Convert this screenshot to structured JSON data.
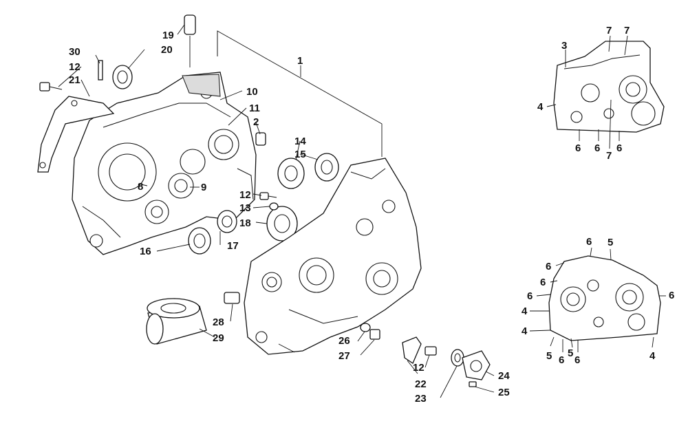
{
  "callouts": {
    "c1": "1",
    "c2": "2",
    "c3": "3",
    "c4a": "4",
    "c4b": "4",
    "c4c": "4",
    "c4d": "4",
    "c5a": "5",
    "c5b": "5",
    "c5c": "5",
    "c6a": "6",
    "c6b": "6",
    "c6c": "6",
    "c6d": "6",
    "c6e": "6",
    "c6f": "6",
    "c6g": "6",
    "c6h": "6",
    "c6i": "6",
    "c6j": "6",
    "c7a": "7",
    "c7b": "7",
    "c7c": "7",
    "c8": "8",
    "c9": "9",
    "c10": "10",
    "c11": "11",
    "c12a": "12",
    "c12b": "12",
    "c12c": "12",
    "c13": "13",
    "c14": "14",
    "c15": "15",
    "c16": "16",
    "c17": "17",
    "c18": "18",
    "c19": "19",
    "c20": "20",
    "c21": "21",
    "c22": "22",
    "c23": "23",
    "c24": "24",
    "c25": "25",
    "c26": "26",
    "c27": "27",
    "c28": "28",
    "c29": "29",
    "c30": "30"
  }
}
